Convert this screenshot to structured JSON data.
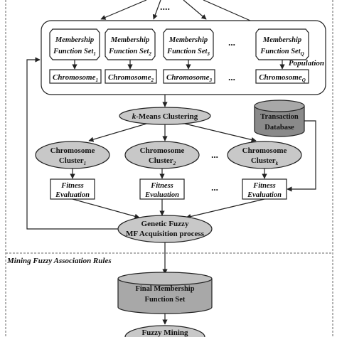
{
  "top_ellipsis": "....",
  "population_label": "Population",
  "mf_sets": [
    {
      "label": "Membership",
      "sub": "Function Set",
      "idx": "1"
    },
    {
      "label": "Membership",
      "sub": "Function Set",
      "idx": "2"
    },
    {
      "label": "Membership",
      "sub": "Function Set",
      "idx": "3"
    },
    {
      "label": "Membership",
      "sub": "Function Set",
      "idx": "Q"
    }
  ],
  "chromosomes": [
    {
      "label": "Chromosome",
      "idx": "1"
    },
    {
      "label": "Chromosome",
      "idx": "2"
    },
    {
      "label": "Chromosome",
      "idx": "3"
    },
    {
      "label": "Chromosome",
      "idx": "Q"
    }
  ],
  "ellipsis": "...",
  "kmeans": {
    "k": "k",
    "rest": "-Means Clustering"
  },
  "transaction_db": {
    "line1": "Transaction",
    "line2": "Database"
  },
  "clusters": [
    {
      "line1": "Chromosome",
      "line2": "Cluster",
      "idx": "1"
    },
    {
      "line1": "Chromosome",
      "line2": "Cluster",
      "idx": "2"
    },
    {
      "line1": "Chromosome",
      "line2": "Cluster",
      "idx": "k"
    }
  ],
  "fitness": [
    {
      "line1": "Fitness",
      "line2": "Evaluation"
    },
    {
      "line1": "Fitness",
      "line2": "Evaluation"
    },
    {
      "line1": "Fitness",
      "line2": "Evaluation"
    }
  ],
  "gf": {
    "line1": "Genetic Fuzzy",
    "line2": "MF Acquisition process"
  },
  "mining_label": "Mining Fuzzy Association Rules",
  "final_mf": {
    "line1": "Final  Membership",
    "line2": "Function Set"
  },
  "fuzzy_mining": "Fuzzy Mining"
}
